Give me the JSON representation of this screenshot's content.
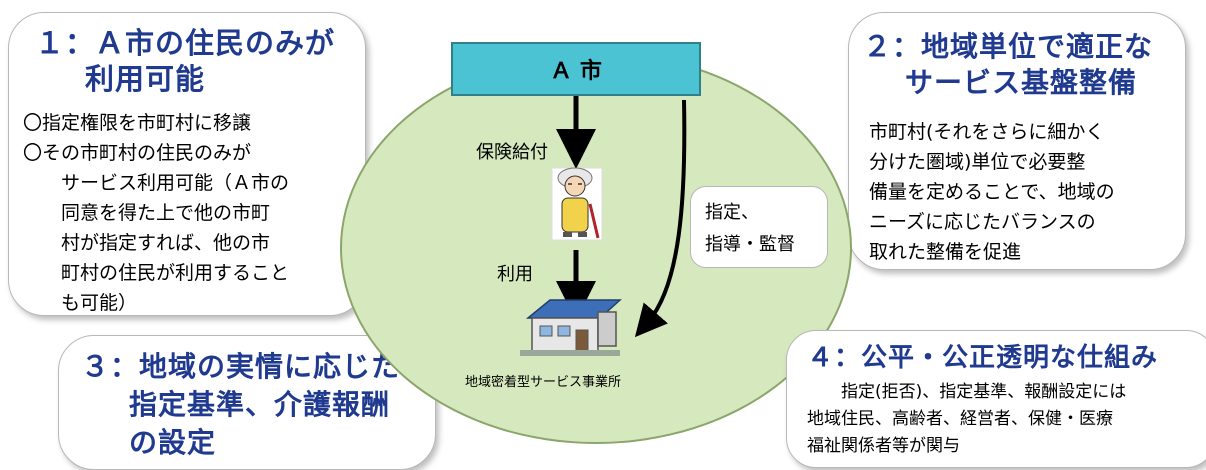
{
  "box1": {
    "title": [
      "１：Ａ市の住民のみが",
      "利用可能"
    ],
    "lines": [
      "〇指定権限を市町村に移譲",
      "〇その市町村の住民のみが",
      "サービス利用可能（Ａ市の",
      "同意を得た上で他の市町",
      "村が指定すれば、他の市",
      "町村の住民が利用すること",
      "も可能）"
    ]
  },
  "box2": {
    "title": [
      "２：地域単位で適正な",
      "サービス基盤整備"
    ],
    "lines": [
      "市町村(それをさらに細かく",
      "分けた圏域)単位で必要整",
      "備量を定めることで、地域の",
      "ニーズに応じたバランスの",
      "取れた整備を促進"
    ]
  },
  "box3": {
    "title": [
      "３：地域の実情に応じた",
      "指定基準、介護報酬",
      "の設定"
    ]
  },
  "box4": {
    "title": "４：公平・公正透明な仕組み",
    "lines": [
      "指定(拒否)、指定基準、報酬設定には",
      "地域住民、高齢者、経営者、保健・医療",
      "福祉関係者等が関与"
    ]
  },
  "diagram": {
    "city": "Ａ 市",
    "insurance": "保険給付",
    "use": "利用",
    "authority": [
      "指定、",
      "指導・監督"
    ],
    "facility": "地域密着型サービス事業所"
  },
  "colors": {
    "heading": "#1f3a8f",
    "ellipse": "#d6e8bd",
    "city_box": "#4cc3d3"
  }
}
